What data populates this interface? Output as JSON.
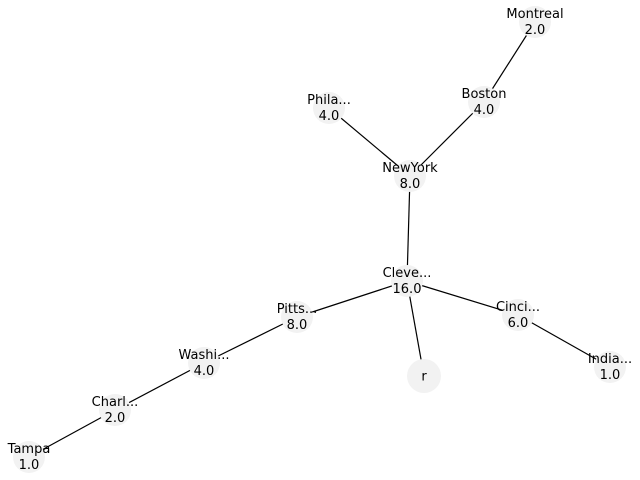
{
  "graph": {
    "nodes": [
      {
        "id": "montreal",
        "label": "Montreal",
        "value": "2.0"
      },
      {
        "id": "boston",
        "label": "Boston",
        "value": "4.0"
      },
      {
        "id": "phila",
        "label": "Phila...",
        "value": "4.0"
      },
      {
        "id": "newyork",
        "label": "NewYork",
        "value": "8.0"
      },
      {
        "id": "cleve",
        "label": "Cleve...",
        "value": "16.0"
      },
      {
        "id": "pitts",
        "label": "Pitts...",
        "value": "8.0"
      },
      {
        "id": "cinci",
        "label": "Cinci...",
        "value": "6.0"
      },
      {
        "id": "washi",
        "label": "Washi...",
        "value": "4.0"
      },
      {
        "id": "r",
        "label": "r",
        "value": ""
      },
      {
        "id": "india",
        "label": "India...",
        "value": "1.0"
      },
      {
        "id": "charl",
        "label": "Charl...",
        "value": "2.0"
      },
      {
        "id": "tampa",
        "label": "Tampa",
        "value": "1.0"
      }
    ],
    "edges": [
      [
        "montreal",
        "boston"
      ],
      [
        "boston",
        "newyork"
      ],
      [
        "phila",
        "newyork"
      ],
      [
        "newyork",
        "cleve"
      ],
      [
        "cleve",
        "pitts"
      ],
      [
        "cleve",
        "cinci"
      ],
      [
        "cleve",
        "r"
      ],
      [
        "pitts",
        "washi"
      ],
      [
        "washi",
        "charl"
      ],
      [
        "charl",
        "tampa"
      ],
      [
        "cinci",
        "india"
      ]
    ]
  }
}
